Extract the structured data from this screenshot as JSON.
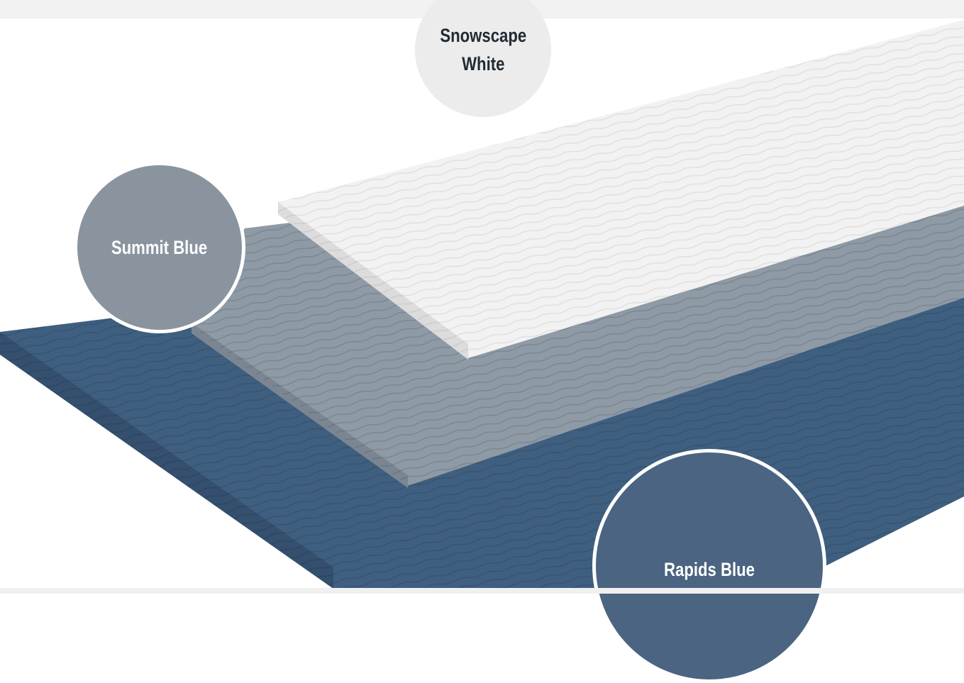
{
  "swatches": {
    "snowscape": {
      "label_line1": "Snowscape",
      "label_line2": "White",
      "color": "#ececec"
    },
    "summit": {
      "label": "Summit Blue",
      "color": "#89949e"
    },
    "rapids": {
      "label": "Rapids Blue",
      "color": "#4a6482"
    }
  }
}
